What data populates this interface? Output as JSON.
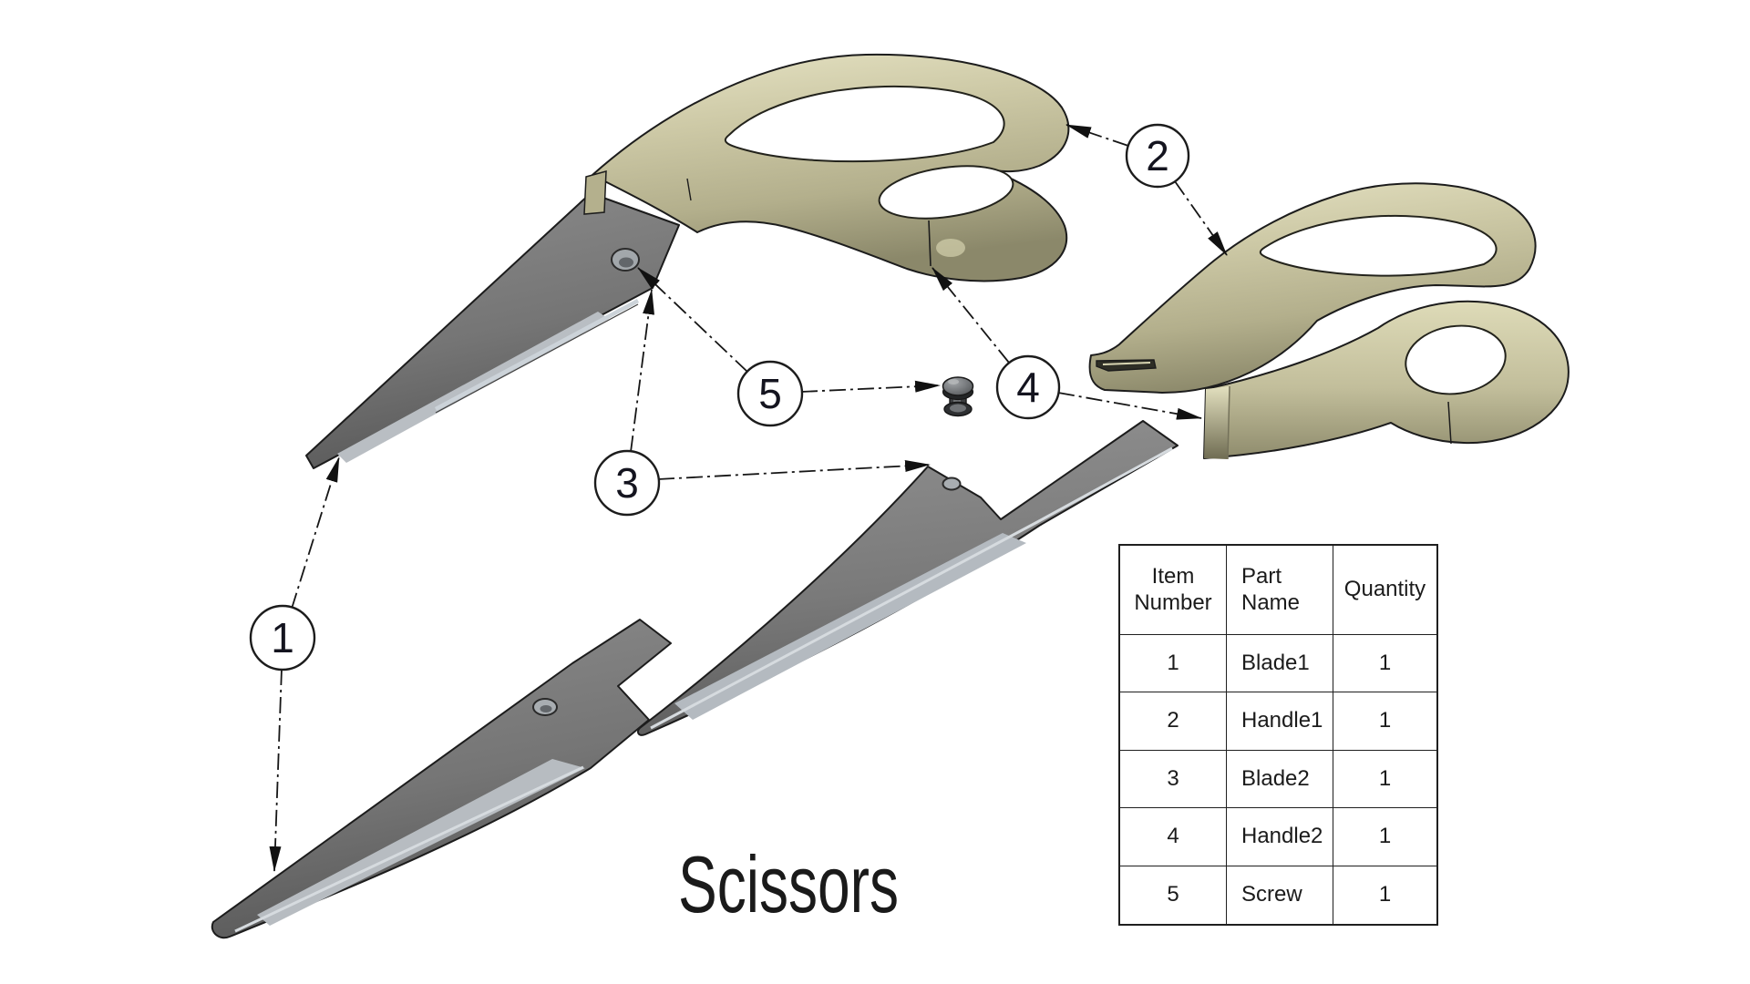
{
  "title": "Scissors",
  "balloons": [
    {
      "label": "1",
      "part": "Blade1"
    },
    {
      "label": "2",
      "part": "Handle1"
    },
    {
      "label": "3",
      "part": "Blade2"
    },
    {
      "label": "4",
      "part": "Handle2"
    },
    {
      "label": "5",
      "part": "Screw"
    }
  ],
  "bom_table": {
    "headers": {
      "item": "Item Number",
      "part": "Part Name",
      "qty": "Quantity"
    },
    "rows": [
      {
        "item": "1",
        "part": "Blade1",
        "qty": "1"
      },
      {
        "item": "2",
        "part": "Handle1",
        "qty": "1"
      },
      {
        "item": "3",
        "part": "Blade2",
        "qty": "1"
      },
      {
        "item": "4",
        "part": "Handle2",
        "qty": "1"
      },
      {
        "item": "5",
        "part": "Screw",
        "qty": "1"
      }
    ]
  },
  "colors": {
    "handle": "#c5c19d",
    "blade": "#7b7b7b",
    "outline": "#1c1c1c",
    "background": "#ffffff"
  }
}
